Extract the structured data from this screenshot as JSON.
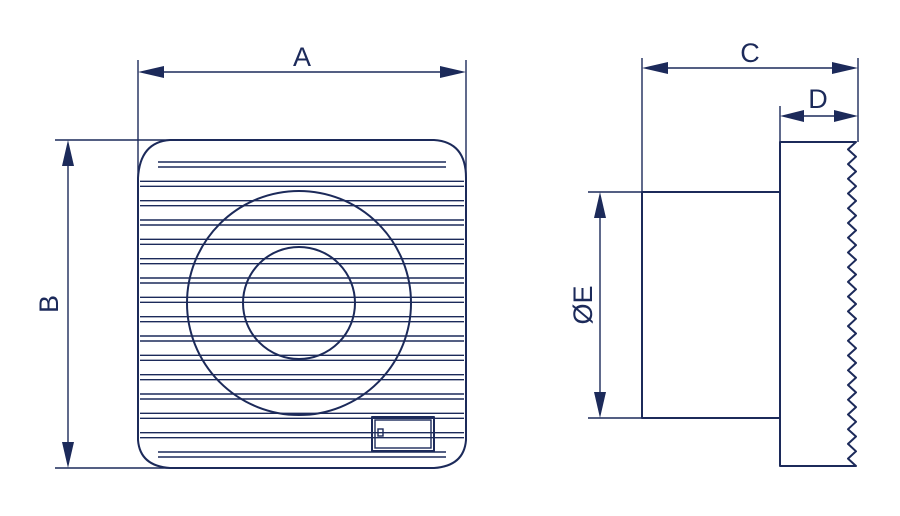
{
  "labels": {
    "width": "A",
    "height": "B",
    "depth": "C",
    "front_depth": "D",
    "diameter": "ØE"
  },
  "colors": {
    "line": "#1c2a5a",
    "background": "#ffffff"
  },
  "grille_slats": 16
}
